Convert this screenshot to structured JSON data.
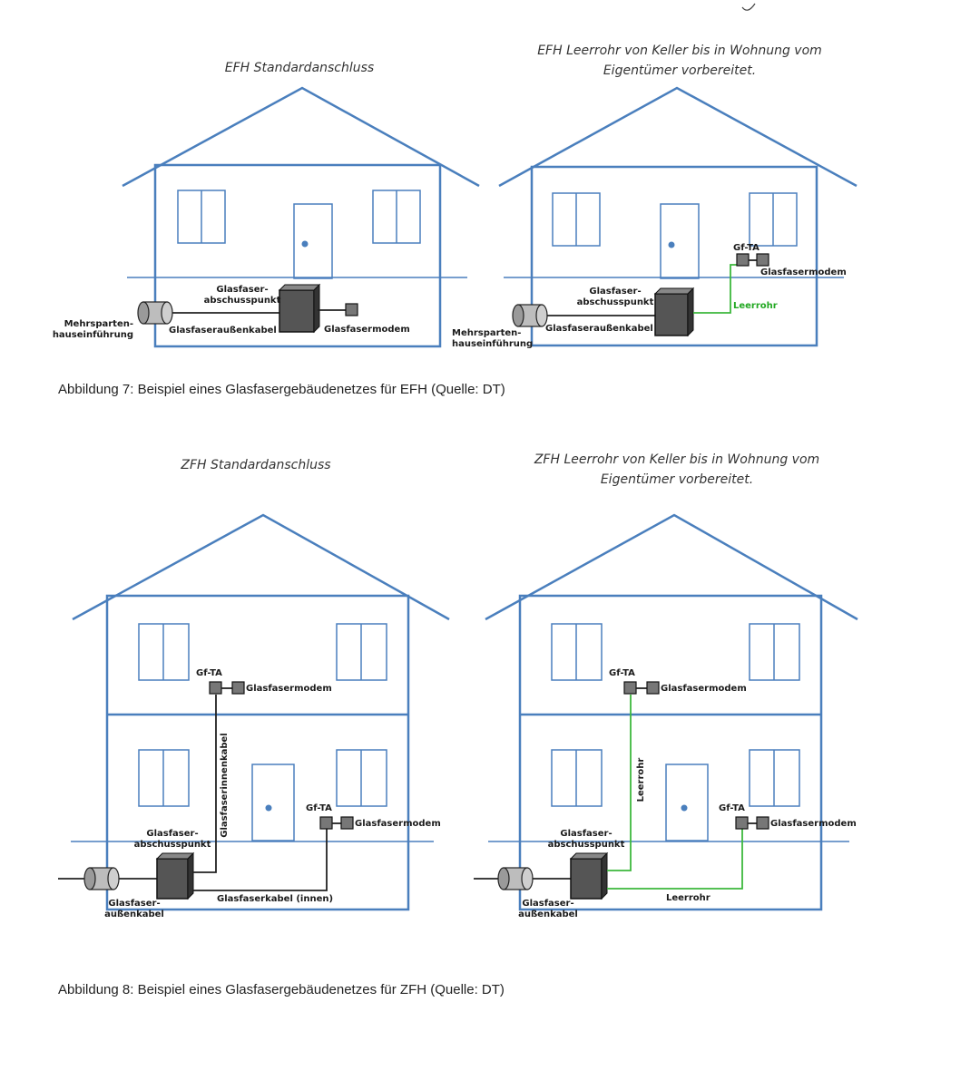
{
  "colors": {
    "house": "#4a7fbd",
    "cable": "#222222",
    "leerrohr": "#3db83d"
  },
  "fig7": {
    "left": {
      "title": "EFH Standardanschluss",
      "labels": {
        "apl": "Glasfaser-\nabschusspunkt",
        "aussenkabel": "Glasfaseraußenkabel",
        "modem": "Glasfasermodem",
        "mehrsparten": "Mehrsparten-\nhauseinführung"
      }
    },
    "right": {
      "title": "EFH Leerrohr von Keller bis in Wohnung vom\nEigentümer vorbereitet.",
      "labels": {
        "gfta": "Gf-TA",
        "modem": "Glasfasermodem",
        "apl": "Glasfaser-\nabschusspunkt",
        "leerrohr": "Leerrohr",
        "aussenkabel": "Glasfaseraußenkabel",
        "mehrsparten": "Mehrsparten-\nhauseinführung"
      }
    },
    "caption": "Abbildung 7: Beispiel eines Glasfasergebäudenetzes für EFH (Quelle: DT)"
  },
  "fig8": {
    "left": {
      "title": "ZFH Standardanschluss",
      "labels": {
        "gfta_top": "Gf-TA",
        "modem_top": "Glasfasermodem",
        "innenkabel": "Glasfaserinnenkabel",
        "gfta_bottom": "Gf-TA",
        "modem_bottom": "Glasfasermodem",
        "apl": "Glasfaser-\nabschusspunkt",
        "kabel_innen": "Glasfaserkabel (innen)",
        "aussenkabel": "Glasfaser-\naußenkabel"
      }
    },
    "right": {
      "title": "ZFH Leerrohr von Keller bis in Wohnung vom\nEigentümer vorbereitet.",
      "labels": {
        "gfta_top": "Gf-TA",
        "modem_top": "Glasfasermodem",
        "leerrohr_vertical": "Leerrohr",
        "gfta_bottom": "Gf-TA",
        "modem_bottom": "Glasfasermodem",
        "apl": "Glasfaser-\nabschusspunkt",
        "leerrohr_horizontal": "Leerrohr",
        "aussenkabel": "Glasfaser-\naußenkabel"
      }
    },
    "caption": "Abbildung 8: Beispiel eines Glasfasergebäudenetzes für ZFH (Quelle: DT)"
  }
}
